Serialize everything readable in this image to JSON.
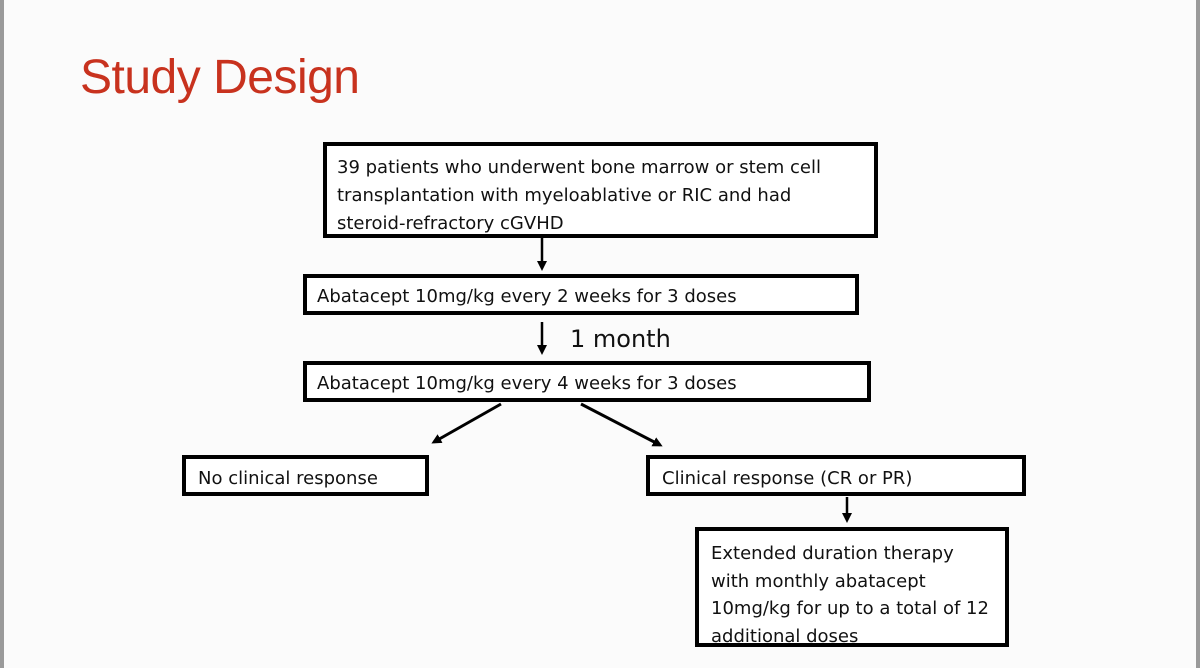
{
  "slide": {
    "title": "Study Design",
    "title_color": "#c8321e"
  },
  "flow": {
    "patients": "39 patients who underwent bone marrow or stem cell transplantation with myeloablative or RIC and had steroid-refractory cGVHD",
    "phase1": "Abatacept 10mg/kg every 2 weeks for 3 doses",
    "interval_label": "1 month",
    "phase2": "Abatacept 10mg/kg every 4 weeks for 3 doses",
    "no_response": "No clinical response",
    "response": "Clinical response (CR or PR)",
    "extended": "Extended duration therapy with monthly abatacept 10mg/kg for up to a total of 12 additional doses"
  }
}
